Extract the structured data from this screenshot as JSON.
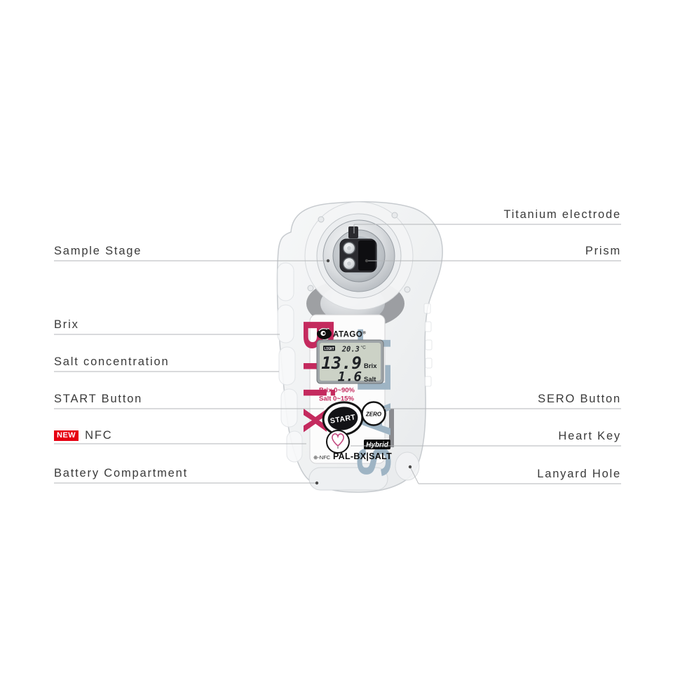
{
  "callouts": {
    "left": [
      {
        "text": "Sample Stage"
      },
      {
        "text": "Brix"
      },
      {
        "text": "Salt concentration"
      },
      {
        "text": "START Button"
      },
      {
        "text": "NFC",
        "badge": "NEW"
      },
      {
        "text": "Battery Compartment"
      }
    ],
    "right": [
      {
        "text": "Titanium electrode"
      },
      {
        "text": "Prism"
      },
      {
        "text": "SERO Button"
      },
      {
        "text": "Heart Key"
      },
      {
        "text": "Lanyard Hole"
      }
    ]
  },
  "device": {
    "brand": "ATAGO",
    "brand_mark": "®",
    "model": "PAL-BX|SALT",
    "hybrid_badge": "Hybrid",
    "nfc_marking": "⊕-NFC",
    "print_left": "Brix",
    "print_right": "SALT",
    "display": {
      "backlight_tag": "LIGHT",
      "temperature": "20.3",
      "temperature_unit": "°C",
      "brix_value": "13.9",
      "brix_unit": "Brix",
      "salt_value": "1.6",
      "salt_unit": "Salt"
    },
    "ranges": {
      "brix": "Brix  0~90%",
      "salt": "Salt  0~15%"
    },
    "buttons": {
      "start": "START",
      "zero": "ZERO"
    }
  },
  "colors": {
    "brix_pink": "#c42a5e",
    "salt_blue": "#9eb4c4",
    "new_badge_red": "#e60012",
    "callout_text": "#3a3a3a",
    "leader_line": "#b3b6b8",
    "lcd_screen": "#ccd2c6"
  }
}
